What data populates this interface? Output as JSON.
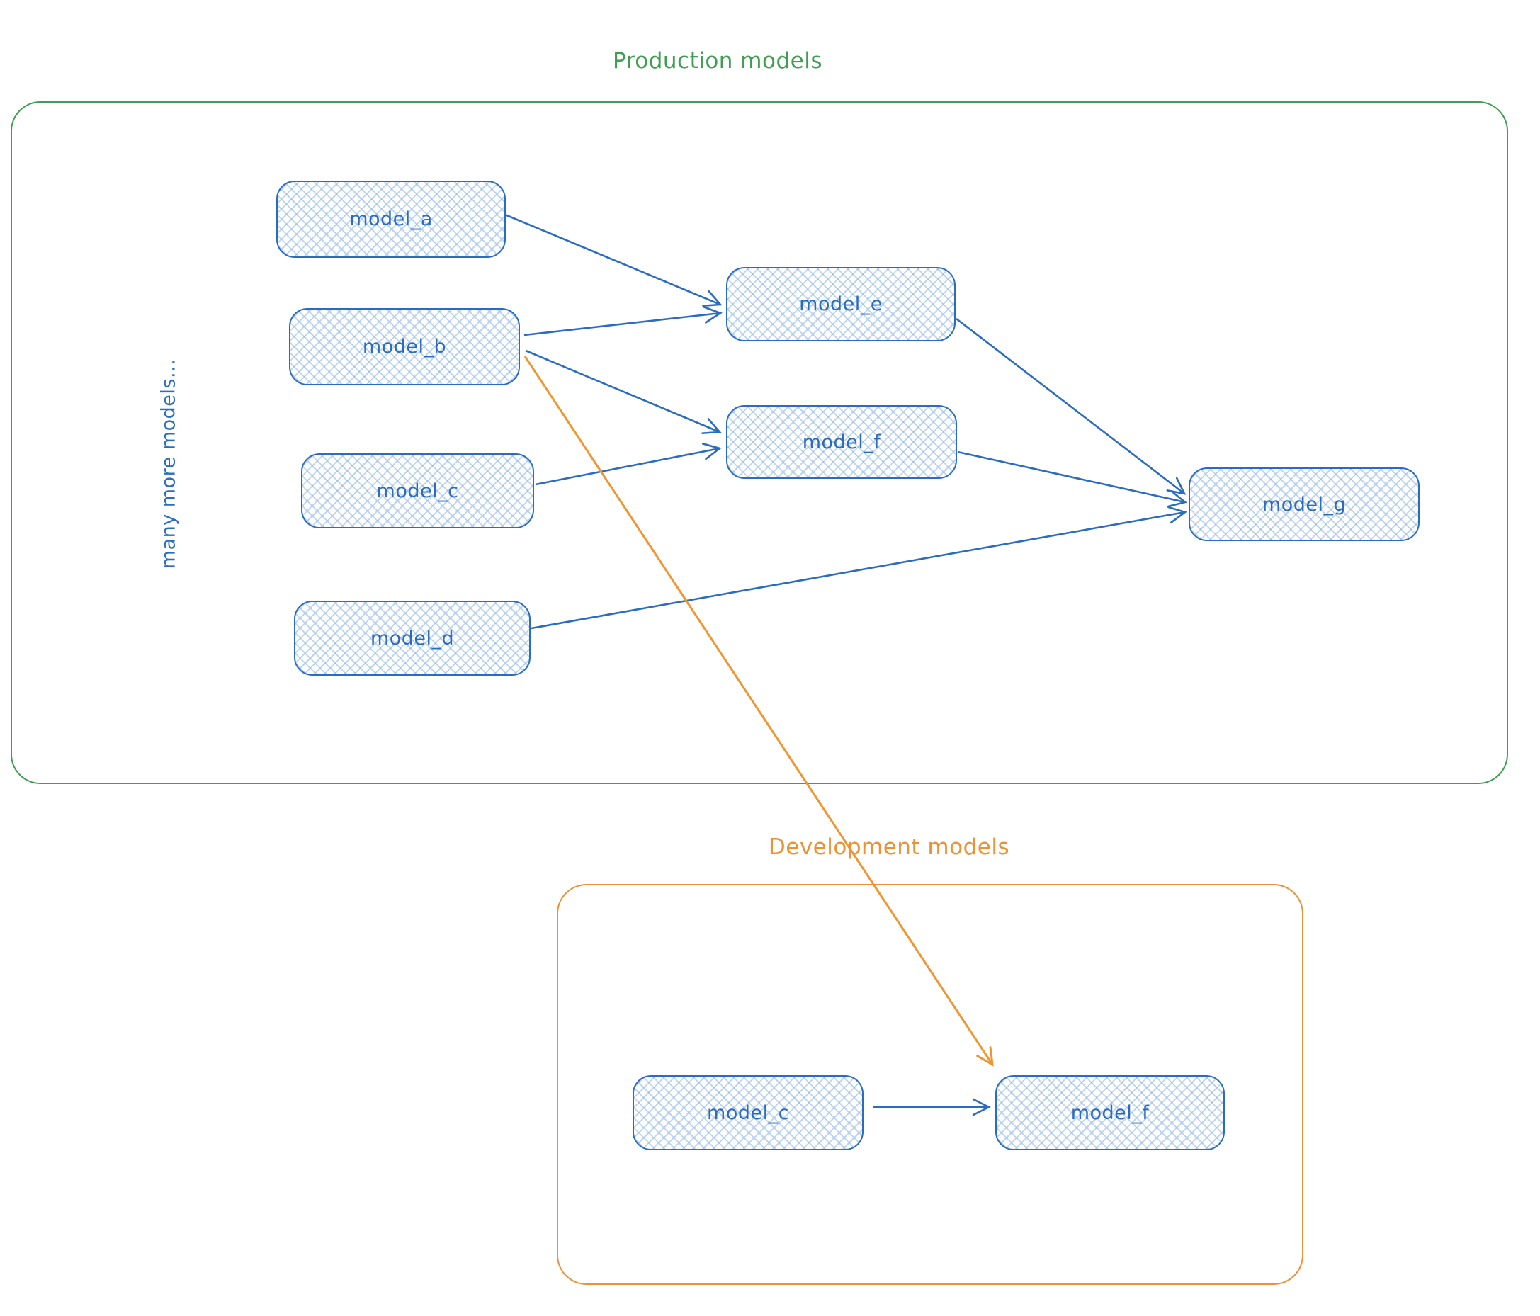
{
  "diagram": {
    "production": {
      "title": "Production models",
      "side_label": "many more models...",
      "nodes": {
        "a": "model_a",
        "b": "model_b",
        "c": "model_c",
        "d": "model_d",
        "e": "model_e",
        "f": "model_f",
        "g": "model_g"
      }
    },
    "development": {
      "title": "Development models",
      "nodes": {
        "c": "model_c",
        "f": "model_f"
      }
    },
    "edges": [
      {
        "from": "model_a (production)",
        "to": "model_e (production)",
        "color": "blue"
      },
      {
        "from": "model_b (production)",
        "to": "model_e (production)",
        "color": "blue"
      },
      {
        "from": "model_b (production)",
        "to": "model_f (production)",
        "color": "blue"
      },
      {
        "from": "model_c (production)",
        "to": "model_f (production)",
        "color": "blue"
      },
      {
        "from": "model_e (production)",
        "to": "model_g (production)",
        "color": "blue"
      },
      {
        "from": "model_f (production)",
        "to": "model_g (production)",
        "color": "blue"
      },
      {
        "from": "model_d (production)",
        "to": "model_g (production)",
        "color": "blue"
      },
      {
        "from": "model_c (development)",
        "to": "model_f (development)",
        "color": "blue"
      },
      {
        "from": "model_b (production)",
        "to": "model_f (development)",
        "color": "orange"
      }
    ],
    "colors": {
      "production_border": "#3f9e52",
      "development_border": "#ec9135",
      "node_border": "#2a6cc0",
      "node_fill_hatch": "#aecdf0",
      "arrow_blue": "#2a6cc0",
      "arrow_orange": "#f0952f"
    }
  }
}
